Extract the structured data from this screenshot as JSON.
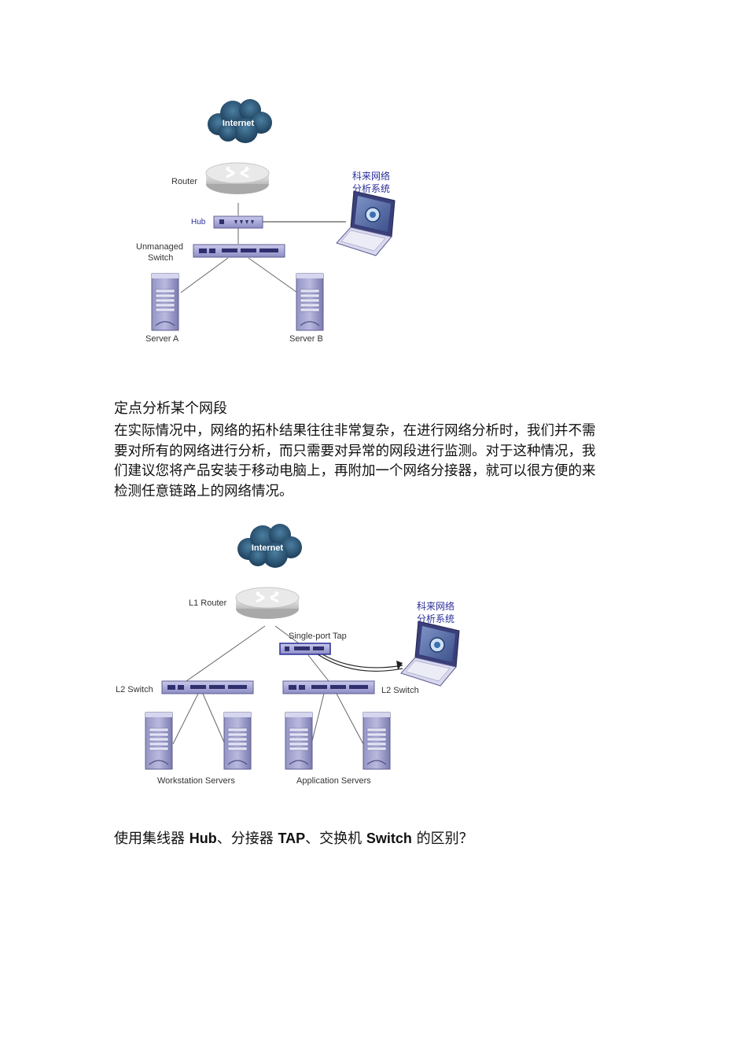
{
  "diagram1": {
    "internet_label": "Internet",
    "router_label": "Router",
    "hub_label": "Hub",
    "unmanaged_switch_label_line1": "Unmanaged",
    "unmanaged_switch_label_line2": "Switch",
    "server_a_label": "Server A",
    "server_b_label": "Server B",
    "analyzer_label_line1": "科来网络",
    "analyzer_label_line2": "分析系统"
  },
  "section_title": "定点分析某个网段",
  "paragraph_lines": [
    "在实际情况中，网络的拓朴结果往往非常复杂，在进行网络分析时，我们并不需",
    "要对所有的网络进行分析，而只需要对异常的网段进行监测。对于这种情况，我",
    "们建议您将产品安装于移动电脑上，再附加一个网络分接器，就可以很方便的来",
    "检测任意链路上的网络情况。"
  ],
  "diagram2": {
    "internet_label": "Internet",
    "router_label": "L1 Router",
    "tap_label": "Single-port Tap",
    "left_switch_label": "L2 Switch",
    "right_switch_label": "L2 Switch",
    "workstation_label": "Workstation Servers",
    "application_label": "Application Servers",
    "analyzer_label_line1": "科来网络",
    "analyzer_label_line2": "分析系统"
  },
  "question": {
    "part1": "使用集线器",
    "hub": "Hub",
    "part2": "、分接器",
    "tap": "TAP",
    "part3": "、交换机",
    "switch": "Switch",
    "part4": "的区别？"
  }
}
